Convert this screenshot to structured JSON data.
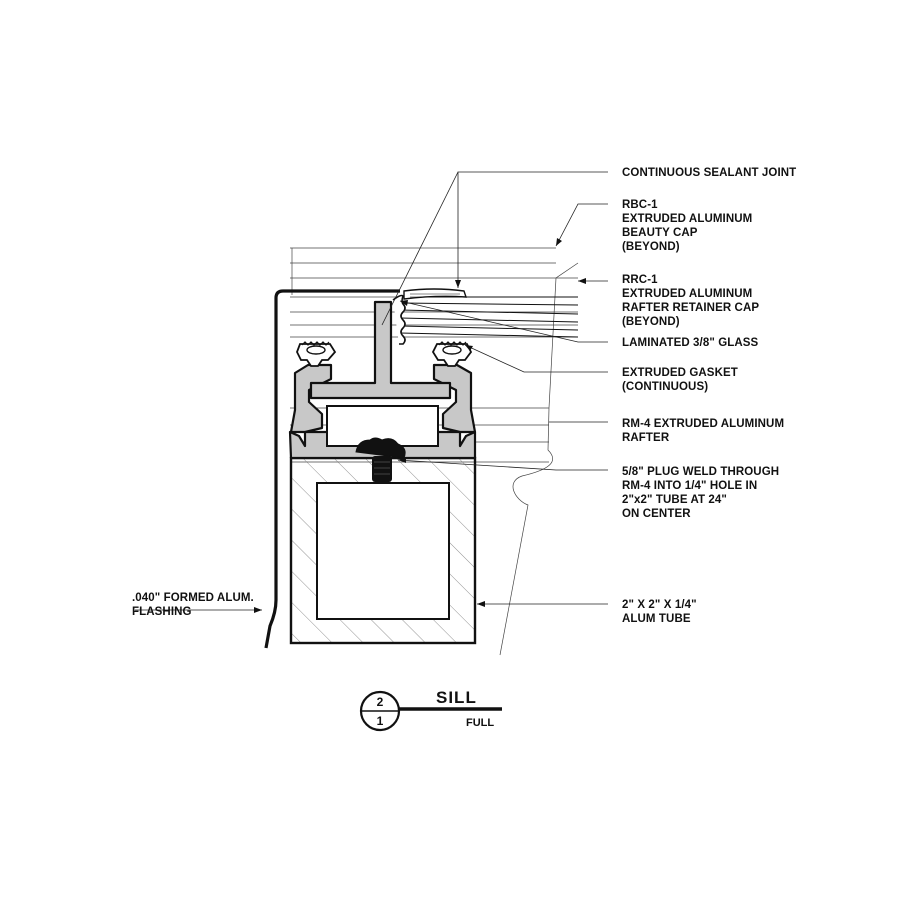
{
  "labels": {
    "sealant": "CONTINUOUS SEALANT JOINT",
    "rbc": [
      "RBC-1",
      "EXTRUDED ALUMINUM",
      "BEAUTY CAP",
      "(BEYOND)"
    ],
    "rrc": [
      "RRC-1",
      "EXTRUDED ALUMINUM",
      "RAFTER RETAINER CAP",
      "(BEYOND)"
    ],
    "glass": "LAMINATED 3/8\" GLASS",
    "gasket": [
      "EXTRUDED GASKET",
      "(CONTINUOUS)"
    ],
    "rafter": [
      "RM-4 EXTRUDED ALUMINUM",
      "RAFTER"
    ],
    "weld": [
      "5/8\" PLUG WELD THROUGH",
      "RM-4 INTO 1/4\" HOLE IN",
      "2\"x2\" TUBE  AT 24\"",
      "ON CENTER"
    ],
    "tube": [
      "2\" X 2\" X 1/4\"",
      "ALUM TUBE"
    ],
    "flashing": [
      ".040\" FORMED ALUM.",
      "FLASHING"
    ]
  },
  "title_block": {
    "detail_number": "2",
    "sheet_number": "1",
    "title": "SILL",
    "scale": "FULL"
  },
  "colors": {
    "extrusion_fill": "#c8c8c8",
    "line": "#111111"
  }
}
